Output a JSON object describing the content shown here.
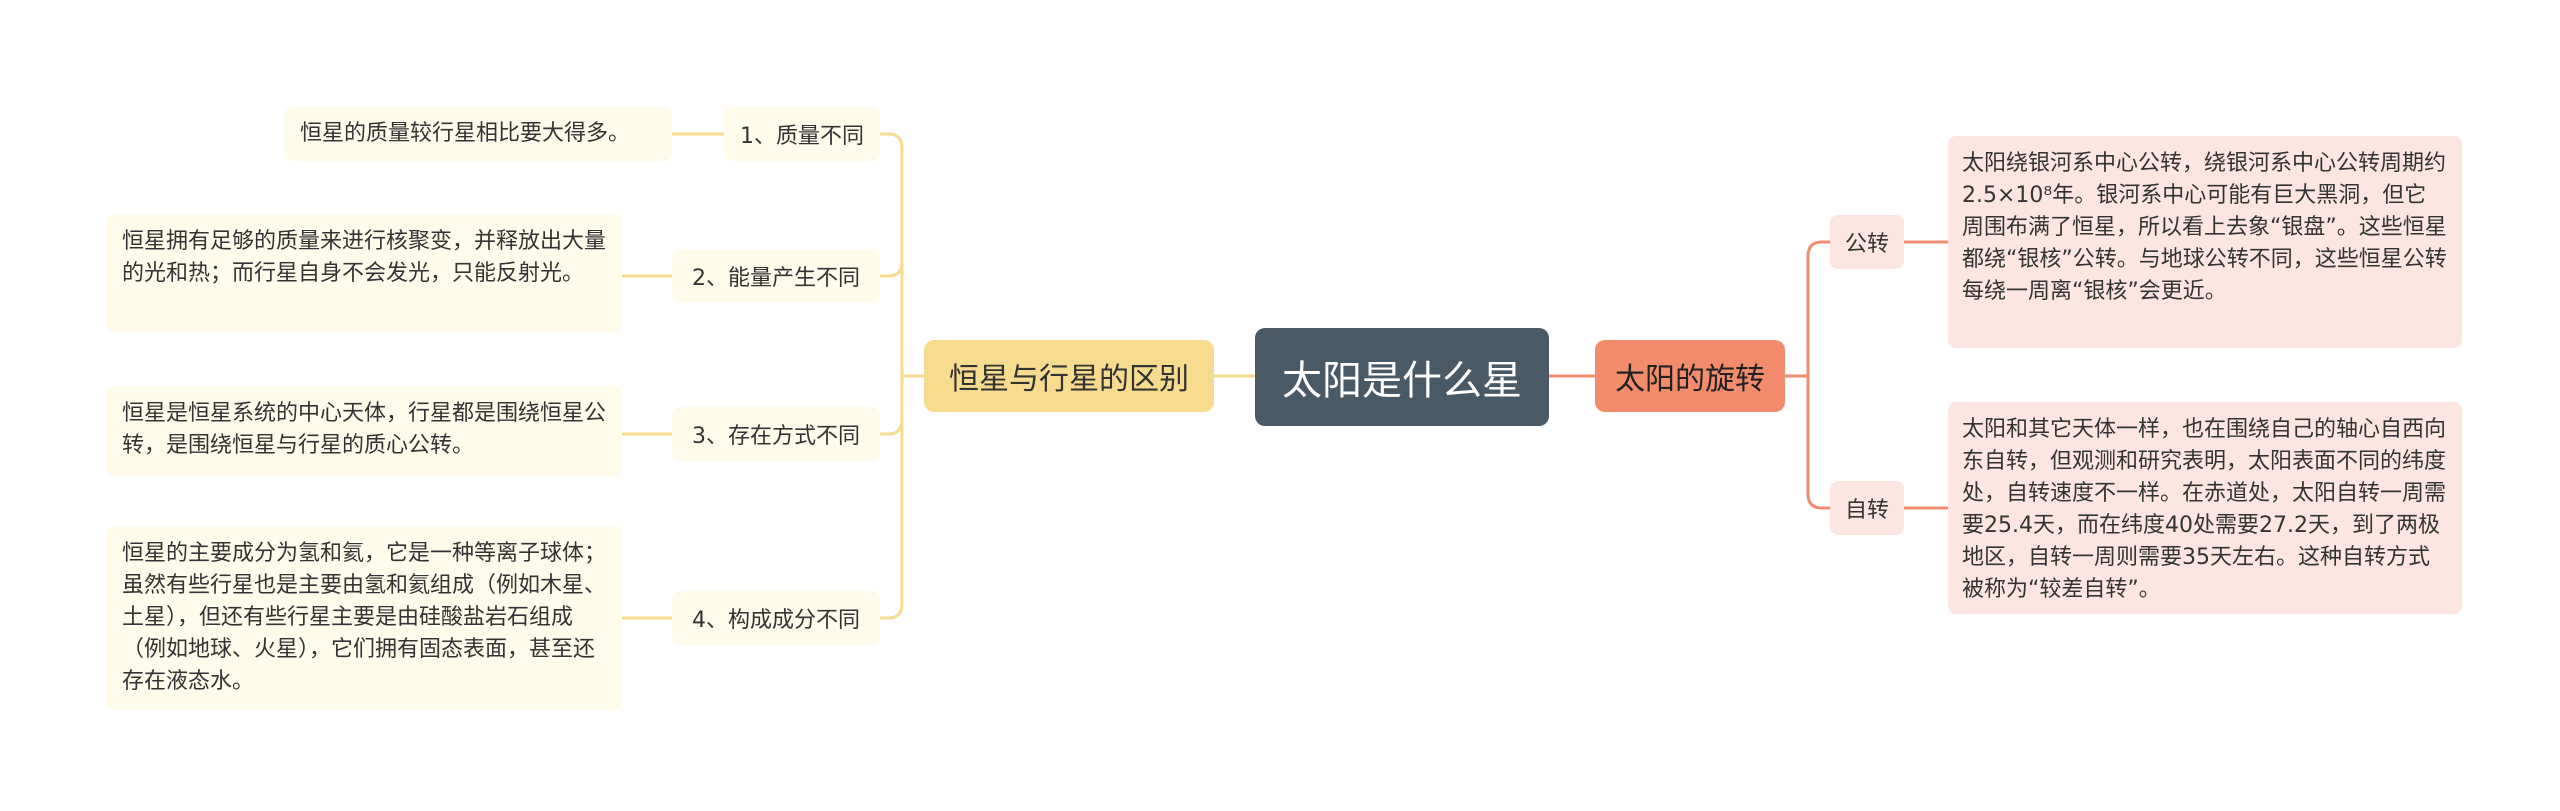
{
  "root": {
    "label": "太阳是什么星"
  },
  "left_branch": {
    "label": "恒星与行星的区别",
    "items": [
      {
        "label": "1、质量不同",
        "detail": "恒星的质量较行星相比要大得多。"
      },
      {
        "label": "2、能量产生不同",
        "detail": "恒星拥有足够的质量来进行核聚变，并释放出大量的光和热；而行星自身不会发光，只能反射光。"
      },
      {
        "label": "3、存在方式不同",
        "detail": "恒星是恒星系统的中心天体，行星都是围绕恒星公转，是围绕恒星与行星的质心公转。"
      },
      {
        "label": "4、构成成分不同",
        "detail": "恒星的主要成分为氢和氦，它是一种等离子球体；虽然有些行星也是主要由氢和氦组成（例如木星、土星），但还有些行星主要是由硅酸盐岩石组成（例如地球、火星），它们拥有固态表面，甚至还存在液态水。"
      }
    ]
  },
  "right_branch": {
    "label": "太阳的旋转",
    "items": [
      {
        "label": "公转",
        "detail": "太阳绕银河系中心公转，绕银河系中心公转周期约2.5×10⁸年。银河系中心可能有巨大黑洞，但它周围布满了恒星，所以看上去象“银盘”。这些恒星都绕“银核”公转。与地球公转不同，这些恒星公转每绕一周离“银核”会更近。"
      },
      {
        "label": "自转",
        "detail": "太阳和其它天体一样，也在围绕自己的轴心自西向东自转，但观测和研究表明，太阳表面不同的纬度处，自转速度不一样。在赤道处，太阳自转一周需要25.4天，而在纬度40处需要27.2天，到了两极地区，自转一周则需要35天左右。这种自转方式被称为“较差自转”。"
      }
    ]
  },
  "colors": {
    "root_fill": "#4a5966",
    "left_branch_fill": "#f7dc8f",
    "left_line": "#f7dc8f",
    "left_leaf_fill": "#fffbeb",
    "right_branch_fill": "#f38b6d",
    "right_line": "#f38b6d",
    "right_leaf_fill": "#fde6e1"
  }
}
